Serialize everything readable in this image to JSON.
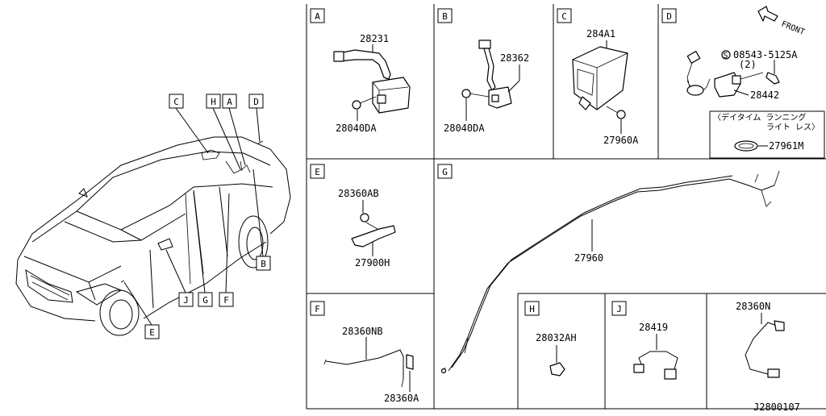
{
  "overview": {
    "callouts": [
      "C",
      "H",
      "A",
      "D",
      "J",
      "G",
      "F",
      "E",
      "B"
    ]
  },
  "panels": {
    "A": {
      "label": "A",
      "parts": [
        "28231",
        "28040DA"
      ]
    },
    "B": {
      "label": "B",
      "parts": [
        "28362",
        "28040DA"
      ]
    },
    "C": {
      "label": "C",
      "parts": [
        "284A1",
        "27960A"
      ]
    },
    "D": {
      "label": "D",
      "parts": [
        "08543-5125A",
        "(2)",
        "28442",
        "27961M"
      ],
      "note_line1": "〈デイタイム ランニング",
      "note_line2": "ライト レス〉",
      "bolt_symbol": "S",
      "front": "FRONT"
    },
    "E": {
      "label": "E",
      "parts": [
        "28360AB",
        "27900H"
      ]
    },
    "G": {
      "label": "G",
      "parts": [
        "27960"
      ]
    },
    "F": {
      "label": "F",
      "parts": [
        "28360NB",
        "28360A"
      ]
    },
    "H": {
      "label": "H",
      "parts": [
        "28032AH"
      ]
    },
    "J": {
      "label": "J",
      "parts": [
        "28419"
      ]
    },
    "N": {
      "parts": [
        "28360N"
      ]
    }
  },
  "diagram_id": "J2800107"
}
